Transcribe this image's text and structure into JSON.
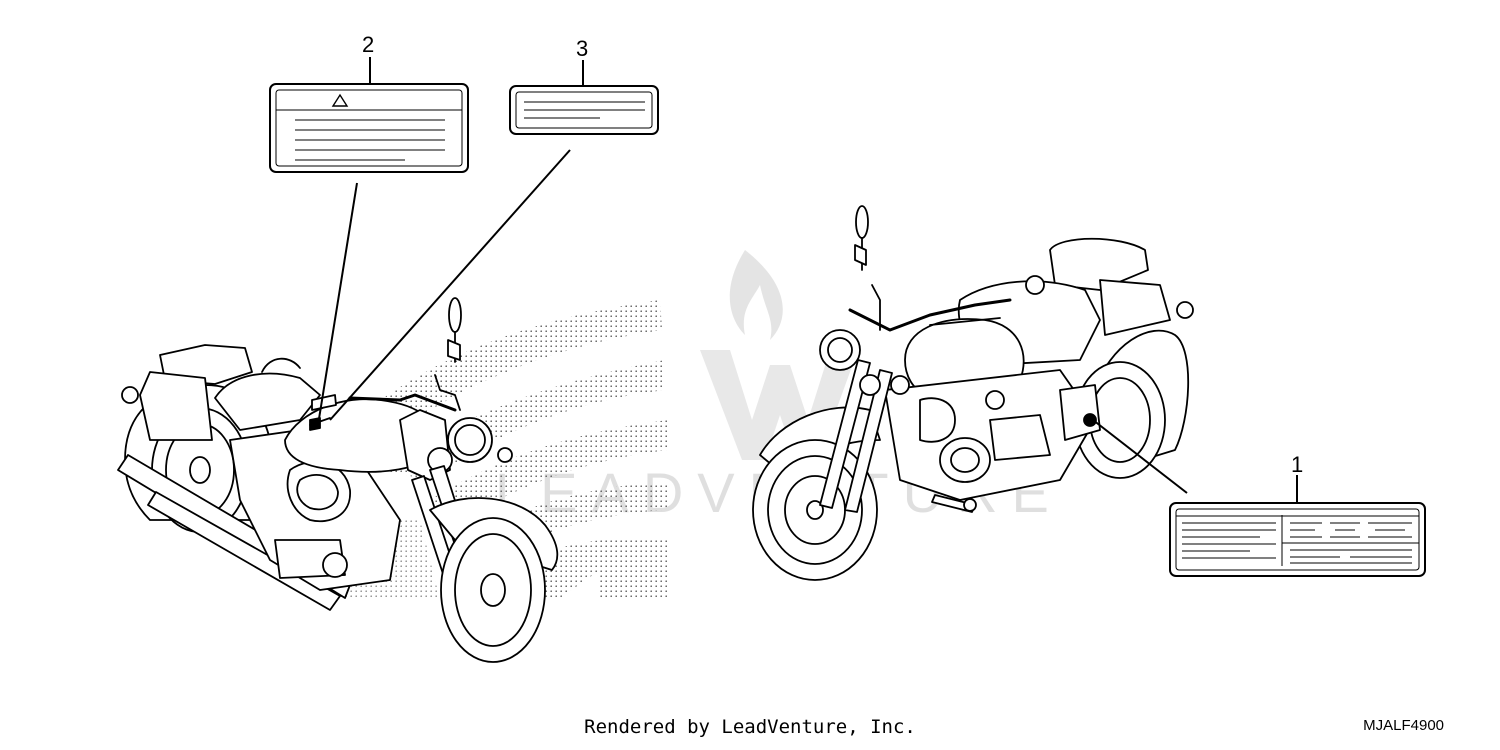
{
  "callouts": [
    {
      "id": "1",
      "label": "1"
    },
    {
      "id": "2",
      "label": "2"
    },
    {
      "id": "3",
      "label": "3"
    }
  ],
  "footer": {
    "rendered_by": "Rendered by LeadVenture, Inc.",
    "diagram_code": "MJALF4900"
  },
  "watermark": {
    "text": "LEADVENTURE"
  },
  "colors": {
    "line": "#000000",
    "watermark": "#dcdcdc",
    "background": "#ffffff"
  }
}
